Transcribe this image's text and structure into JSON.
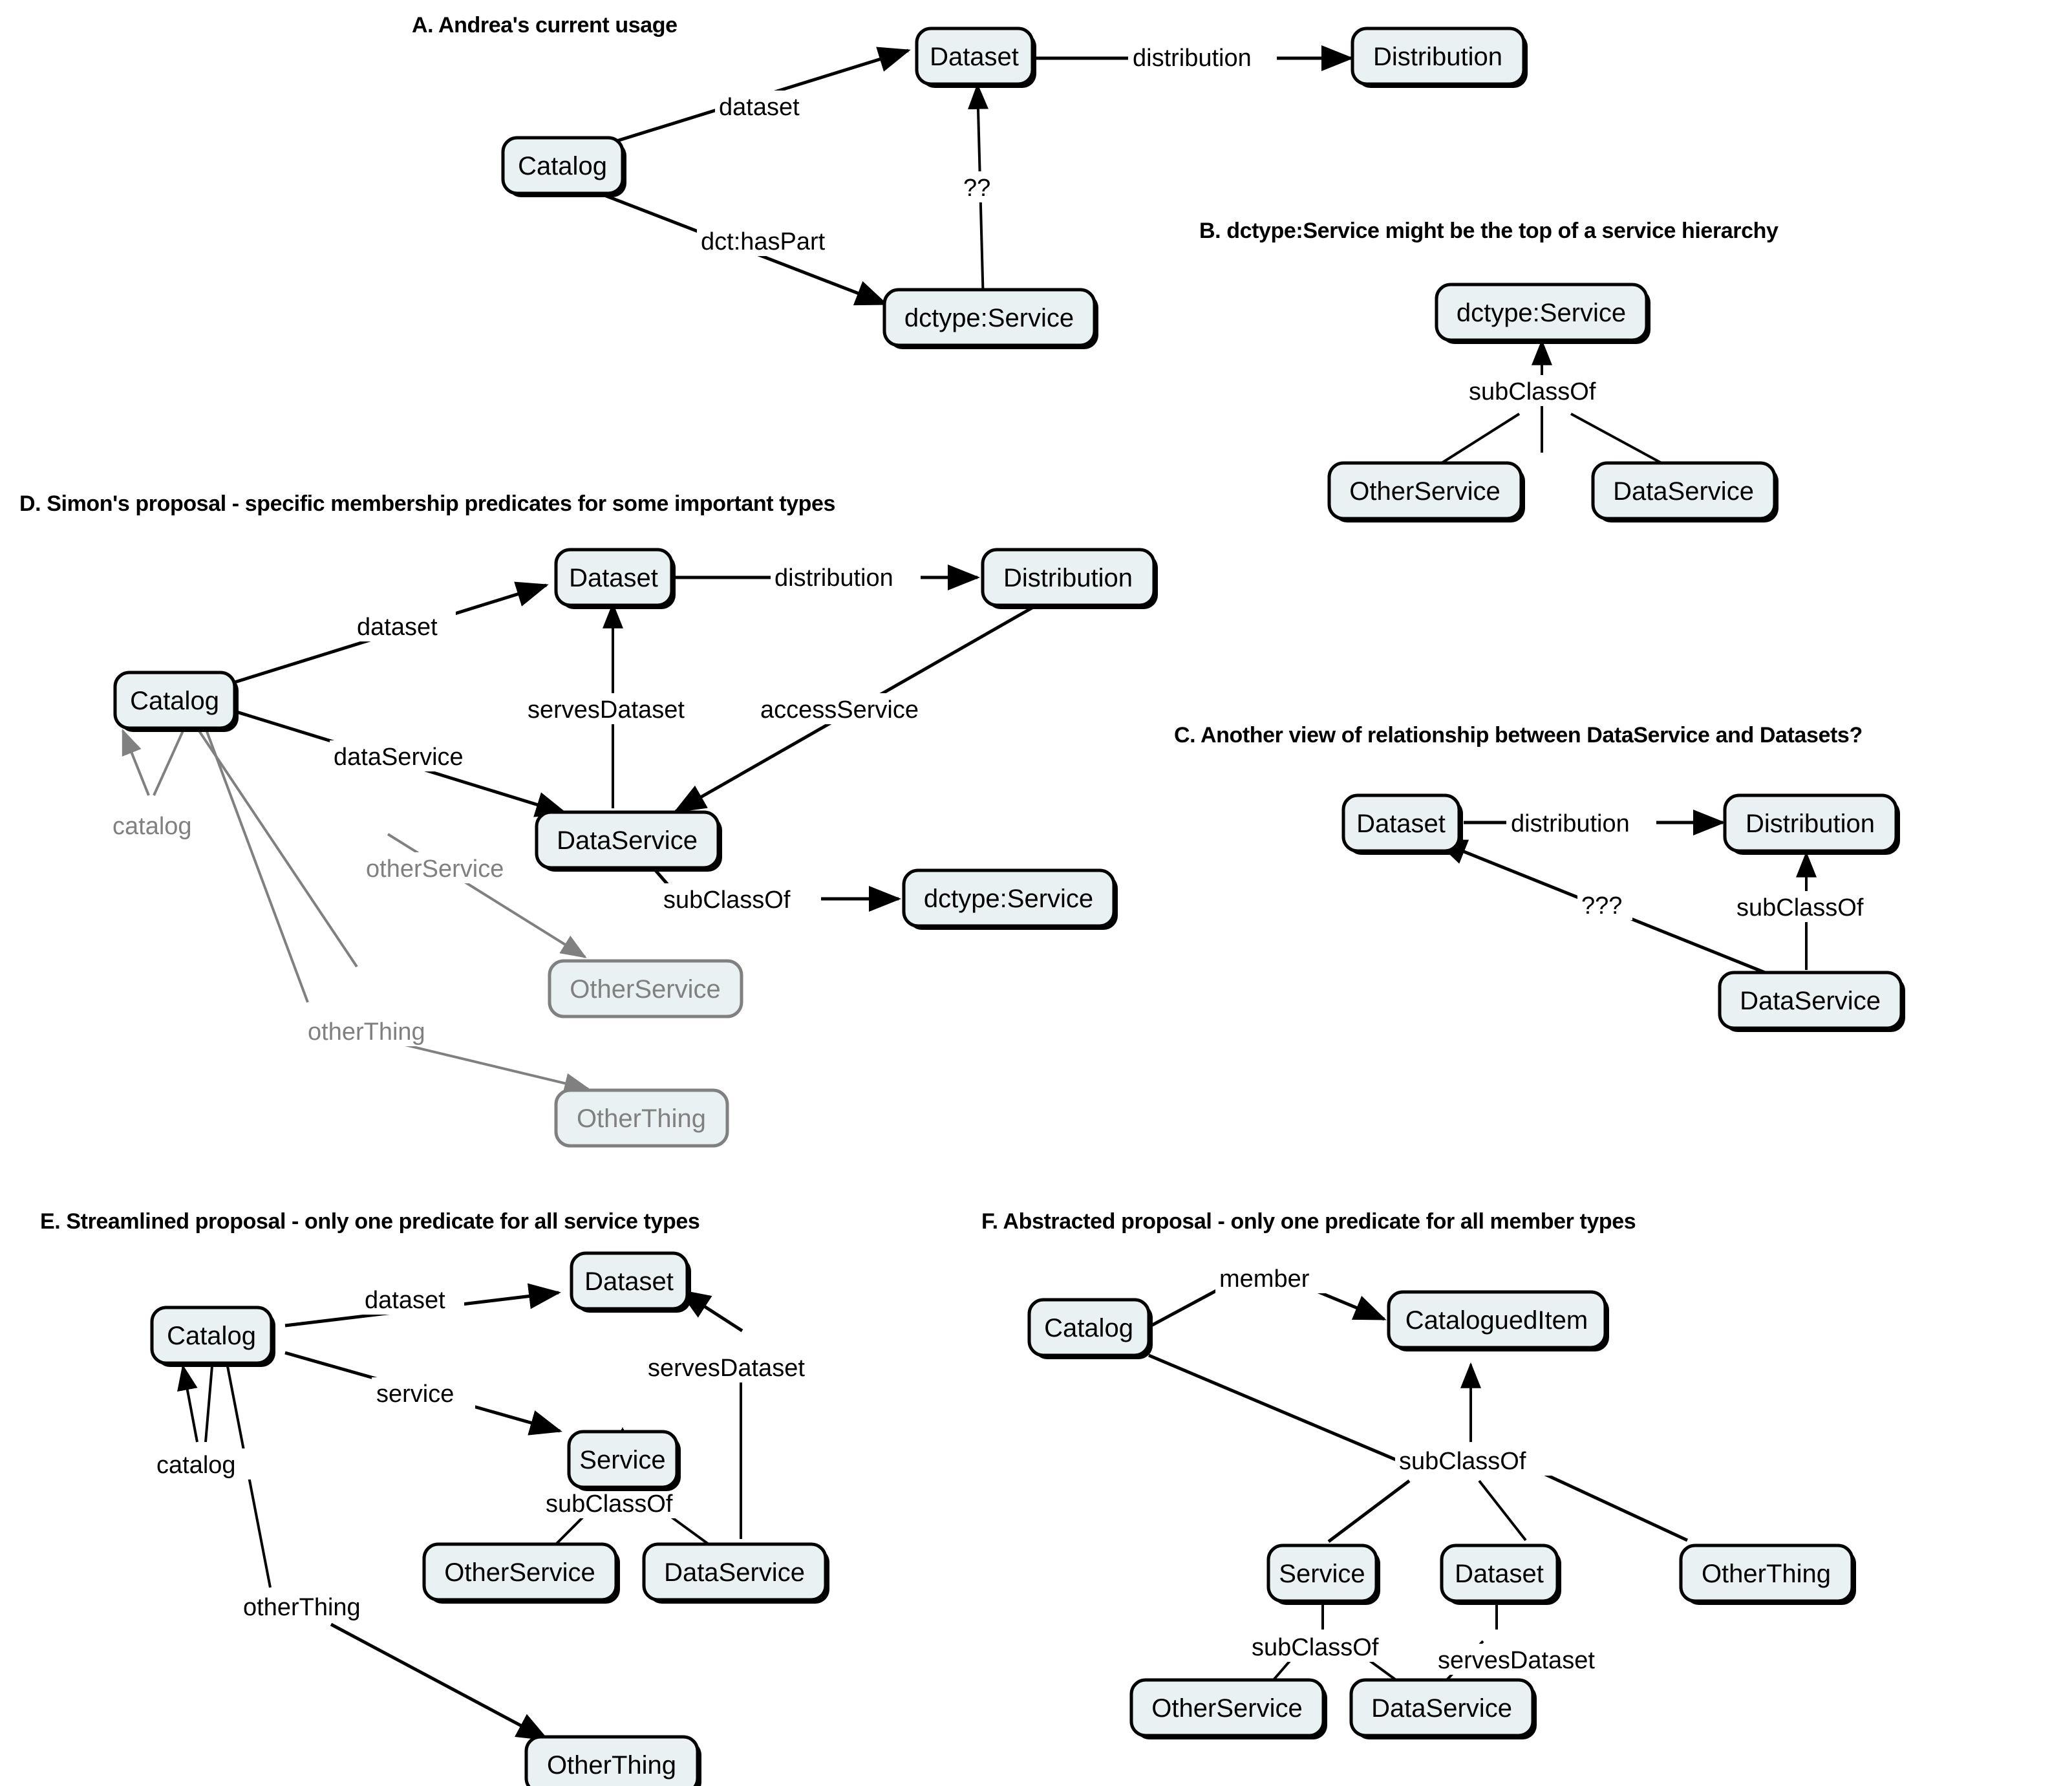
{
  "figure": {
    "title_prefix": "Catalog / DataService modelling proposals",
    "node_fill": "#e9f1f2",
    "node_stroke": "#000000",
    "dim_color": "#808080",
    "background": "#ffffff"
  },
  "panels": [
    {
      "id": "A",
      "title": "A. Andrea's current usage",
      "nodes": [
        {
          "key": "catalog",
          "label": "Catalog",
          "dim": false
        },
        {
          "key": "dataset",
          "label": "Dataset",
          "dim": false
        },
        {
          "key": "distribution",
          "label": "Distribution",
          "dim": false
        },
        {
          "key": "dctservice",
          "label": "dctype:Service",
          "dim": false
        }
      ],
      "edges": [
        {
          "from": "catalog",
          "to": "dataset",
          "label": "dataset",
          "dim": false
        },
        {
          "from": "catalog",
          "to": "dctservice",
          "label": "dct:hasPart",
          "dim": false
        },
        {
          "from": "dataset",
          "to": "distribution",
          "label": "distribution",
          "dim": false
        },
        {
          "from": "dctservice",
          "to": "dataset",
          "label": "??",
          "dim": false
        }
      ]
    },
    {
      "id": "B",
      "title": "B. dctype:Service might be the top of a service hierarchy",
      "nodes": [
        {
          "key": "dctservice",
          "label": "dctype:Service",
          "dim": false
        },
        {
          "key": "otherservice",
          "label": "OtherService",
          "dim": false
        },
        {
          "key": "dataservice",
          "label": "DataService",
          "dim": false
        }
      ],
      "edges": [
        {
          "from": "otherservice",
          "to": "dctservice",
          "label": "subClassOf",
          "dim": false
        },
        {
          "from": "dataservice",
          "to": "dctservice",
          "label": "",
          "dim": false
        }
      ]
    },
    {
      "id": "C",
      "title": "C. Another view of relationship between DataService and Datasets?",
      "nodes": [
        {
          "key": "dataset",
          "label": "Dataset",
          "dim": false
        },
        {
          "key": "distribution",
          "label": "Distribution",
          "dim": false
        },
        {
          "key": "dataservice",
          "label": "DataService",
          "dim": false
        }
      ],
      "edges": [
        {
          "from": "dataset",
          "to": "distribution",
          "label": "distribution",
          "dim": false
        },
        {
          "from": "dataservice",
          "to": "dataset",
          "label": "???",
          "dim": false
        },
        {
          "from": "dataservice",
          "to": "distribution",
          "label": "subClassOf",
          "dim": false
        }
      ]
    },
    {
      "id": "D",
      "title": "D. Simon's proposal - specific membership predicates for some important types",
      "nodes": [
        {
          "key": "catalog",
          "label": "Catalog",
          "dim": false
        },
        {
          "key": "dataset",
          "label": "Dataset",
          "dim": false
        },
        {
          "key": "distribution",
          "label": "Distribution",
          "dim": false
        },
        {
          "key": "dataservice",
          "label": "DataService",
          "dim": false
        },
        {
          "key": "dctservice",
          "label": "dctype:Service",
          "dim": false
        },
        {
          "key": "otherservice",
          "label": "OtherService",
          "dim": true
        },
        {
          "key": "otherthing",
          "label": "OtherThing",
          "dim": true
        }
      ],
      "edges": [
        {
          "from": "catalog",
          "to": "dataset",
          "label": "dataset",
          "dim": false
        },
        {
          "from": "catalog",
          "to": "dataservice",
          "label": "dataService",
          "dim": false
        },
        {
          "from": "dataset",
          "to": "distribution",
          "label": "distribution",
          "dim": false
        },
        {
          "from": "dataservice",
          "to": "dataset",
          "label": "servesDataset",
          "dim": false
        },
        {
          "from": "distribution",
          "to": "dataservice",
          "label": "accessService",
          "dim": false
        },
        {
          "from": "dataservice",
          "to": "dctservice",
          "label": "subClassOf",
          "dim": false
        },
        {
          "from": "dataservice",
          "to": "catalog",
          "label": "catalog",
          "dim": true
        },
        {
          "from": "catalog",
          "to": "otherservice",
          "label": "otherService",
          "dim": true
        },
        {
          "from": "catalog",
          "to": "otherthing",
          "label": "otherThing",
          "dim": true
        }
      ]
    },
    {
      "id": "E",
      "title": "E. Streamlined proposal - only one predicate for all service types",
      "nodes": [
        {
          "key": "catalog",
          "label": "Catalog",
          "dim": false
        },
        {
          "key": "dataset",
          "label": "Dataset",
          "dim": false
        },
        {
          "key": "service",
          "label": "Service",
          "dim": false
        },
        {
          "key": "otherservice",
          "label": "OtherService",
          "dim": false
        },
        {
          "key": "dataservice",
          "label": "DataService",
          "dim": false
        },
        {
          "key": "otherthing",
          "label": "OtherThing",
          "dim": false
        }
      ],
      "edges": [
        {
          "from": "catalog",
          "to": "dataset",
          "label": "dataset",
          "dim": false
        },
        {
          "from": "catalog",
          "to": "service",
          "label": "service",
          "dim": false
        },
        {
          "from": "service",
          "to": "catalog",
          "label": "catalog",
          "dim": false
        },
        {
          "from": "catalog",
          "to": "otherthing",
          "label": "otherThing",
          "dim": false
        },
        {
          "from": "otherservice",
          "to": "service",
          "label": "subClassOf",
          "dim": false
        },
        {
          "from": "dataservice",
          "to": "service",
          "label": "",
          "dim": false
        },
        {
          "from": "dataservice",
          "to": "dataset",
          "label": "servesDataset",
          "dim": false
        }
      ]
    },
    {
      "id": "F",
      "title": "F. Abstracted proposal - only one predicate for all member types",
      "nodes": [
        {
          "key": "catalog",
          "label": "Catalog",
          "dim": false
        },
        {
          "key": "cataloguedite",
          "label": "CataloguedItem",
          "dim": false
        },
        {
          "key": "service",
          "label": "Service",
          "dim": false
        },
        {
          "key": "dataset",
          "label": "Dataset",
          "dim": false
        },
        {
          "key": "otherthing",
          "label": "OtherThing",
          "dim": false
        },
        {
          "key": "otherservice",
          "label": "OtherService",
          "dim": false
        },
        {
          "key": "dataservice",
          "label": "DataService",
          "dim": false
        }
      ],
      "edges": [
        {
          "from": "catalog",
          "to": "cataloguedite",
          "label": "member",
          "dim": false
        },
        {
          "from": "service",
          "to": "cataloguedite",
          "label": "subClassOf",
          "dim": false
        },
        {
          "from": "dataset",
          "to": "cataloguedite",
          "label": "",
          "dim": false
        },
        {
          "from": "otherthing",
          "to": "cataloguedite",
          "label": "",
          "dim": false
        },
        {
          "from": "otherservice",
          "to": "service",
          "label": "subClassOf",
          "dim": false
        },
        {
          "from": "dataservice",
          "to": "service",
          "label": "",
          "dim": false
        },
        {
          "from": "dataservice",
          "to": "dataset",
          "label": "servesDataset",
          "dim": false
        }
      ]
    }
  ],
  "labels": {
    "A": {
      "title": "A. Andrea's current usage",
      "n_catalog": "Catalog",
      "n_dataset": "Dataset",
      "n_distribution": "Distribution",
      "n_dctservice": "dctype:Service",
      "e_dataset": "dataset",
      "e_haspart": "dct:hasPart",
      "e_distribution": "distribution",
      "e_unknown": "??"
    },
    "B": {
      "title": "B. dctype:Service might be the top of a service hierarchy",
      "n_dctservice": "dctype:Service",
      "n_otherservice": "OtherService",
      "n_dataservice": "DataService",
      "e_subclassof": "subClassOf"
    },
    "C": {
      "title": "C. Another view of relationship between DataService and Datasets?",
      "n_dataset": "Dataset",
      "n_distribution": "Distribution",
      "n_dataservice": "DataService",
      "e_distribution": "distribution",
      "e_unknown": "???",
      "e_subclassof": "subClassOf"
    },
    "D": {
      "title": "D. Simon's proposal - specific membership predicates for some important types",
      "n_catalog": "Catalog",
      "n_dataset": "Dataset",
      "n_distribution": "Distribution",
      "n_dataservice": "DataService",
      "n_dctservice": "dctype:Service",
      "n_otherservice": "OtherService",
      "n_otherthing": "OtherThing",
      "e_dataset": "dataset",
      "e_dataservice": "dataService",
      "e_distribution": "distribution",
      "e_servesdataset": "servesDataset",
      "e_accessservice": "accessService",
      "e_subclassof": "subClassOf",
      "e_catalog": "catalog",
      "e_otherservice": "otherService",
      "e_otherthing": "otherThing"
    },
    "E": {
      "title": "E. Streamlined proposal - only one predicate for all service types",
      "n_catalog": "Catalog",
      "n_dataset": "Dataset",
      "n_service": "Service",
      "n_otherservice": "OtherService",
      "n_dataservice": "DataService",
      "n_otherthing": "OtherThing",
      "e_dataset": "dataset",
      "e_service": "service",
      "e_catalog": "catalog",
      "e_otherthing": "otherThing",
      "e_subclassof": "subClassOf",
      "e_servesdataset": "servesDataset"
    },
    "F": {
      "title": "F. Abstracted proposal - only one predicate for all member types",
      "n_catalog": "Catalog",
      "n_cataloguedite": "CataloguedItem",
      "n_service": "Service",
      "n_dataset": "Dataset",
      "n_otherthing": "OtherThing",
      "n_otherservice": "OtherService",
      "n_dataservice": "DataService",
      "e_member": "member",
      "e_subclassof1": "subClassOf",
      "e_subclassof2": "subClassOf",
      "e_servesdataset": "servesDataset"
    }
  }
}
